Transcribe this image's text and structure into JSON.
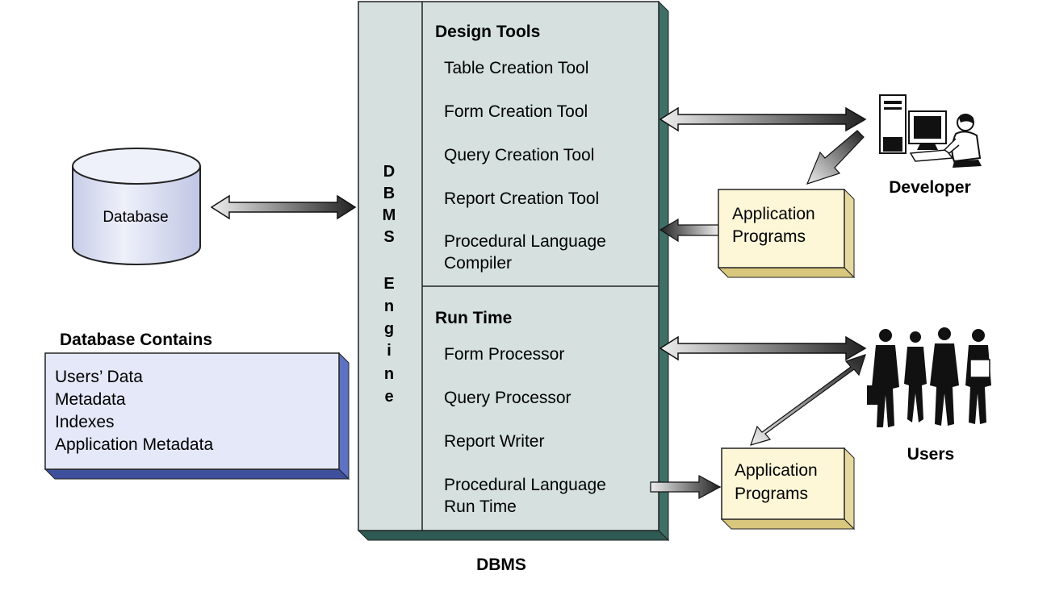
{
  "database": {
    "label": "Database"
  },
  "contains": {
    "title": "Database Contains",
    "items": [
      "Users’ Data",
      "Metadata",
      "Indexes",
      "Application Metadata"
    ]
  },
  "engine": {
    "letters": [
      "D",
      "B",
      "M",
      "S",
      "",
      "E",
      "n",
      "g",
      "i",
      "n",
      "e"
    ]
  },
  "design": {
    "title": "Design Tools",
    "items": [
      "Table Creation Tool",
      "Form Creation Tool",
      "Query Creation Tool",
      "Report Creation Tool"
    ],
    "compiler": [
      "Procedural Language",
      "Compiler"
    ]
  },
  "runtime": {
    "title": "Run Time",
    "items": [
      "Form Processor",
      "Query Processor",
      "Report Writer"
    ],
    "proc": [
      "Procedural Language",
      "Run Time"
    ]
  },
  "dbms_label": "DBMS",
  "developer": {
    "label": "Developer"
  },
  "users": {
    "label": "Users"
  },
  "app_top": [
    "Application",
    "Programs"
  ],
  "app_bottom": [
    "Application",
    "Programs"
  ],
  "colors": {
    "dbms_fill": "#d5e0df",
    "dbms_side": "#3f6f67",
    "app_fill": "#fdf7d8",
    "app_side": "#e6d9a0",
    "contains_fill": "#e4e8f8",
    "contains_side": "#5e72c4",
    "db_fill": "#dfe3f4"
  }
}
